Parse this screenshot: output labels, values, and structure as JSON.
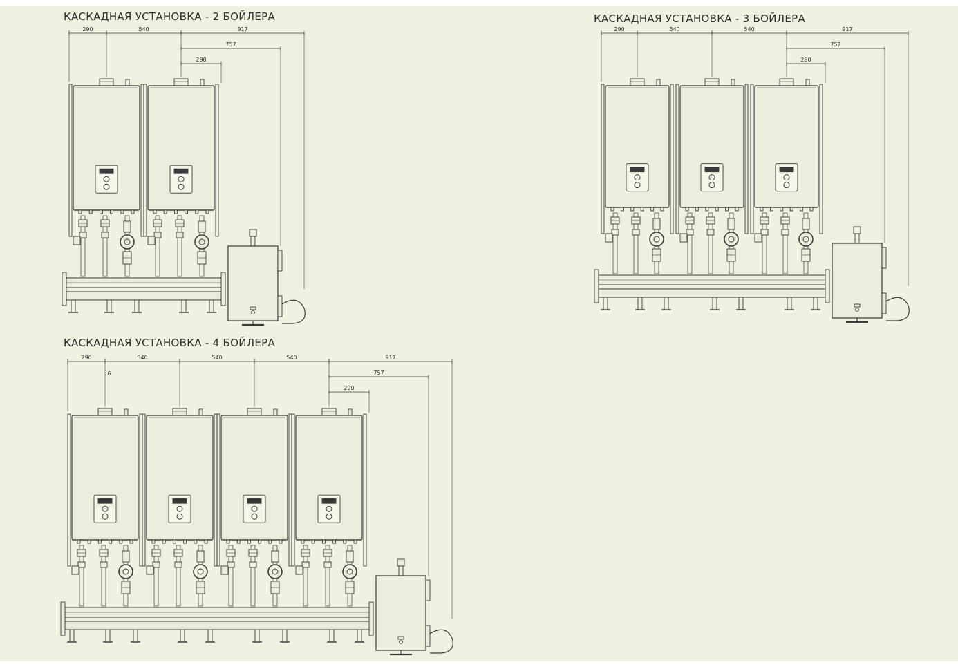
{
  "colors": {
    "background": "#f1f1e2",
    "line": "#3a3a3a",
    "panel": "#ededdd"
  },
  "layouts": [
    {
      "id": "two",
      "title": "КАСКАДНАЯ УСТАНОВКА - 2 БОЙЛЕРА",
      "boilers": 2,
      "dims_top": [
        "290",
        "540"
      ],
      "dim_917": "917",
      "dim_757": "757",
      "dim_290b": "290"
    },
    {
      "id": "three",
      "title": "КАСКАДНАЯ УСТАНОВКА - 3 БОЙЛЕРА",
      "boilers": 3,
      "dims_top": [
        "290",
        "540",
        "540"
      ],
      "dim_917": "917",
      "dim_757": "757",
      "dim_290b": "290"
    },
    {
      "id": "four",
      "title": "КАСКАДНАЯ УСТАНОВКА - 4 БОЙЛЕРА",
      "boilers": 4,
      "dims_top": [
        "290",
        "540",
        "540",
        "540"
      ],
      "dim_917": "917",
      "dim_757": "757",
      "dim_290b": "290",
      "note": "6"
    }
  ]
}
